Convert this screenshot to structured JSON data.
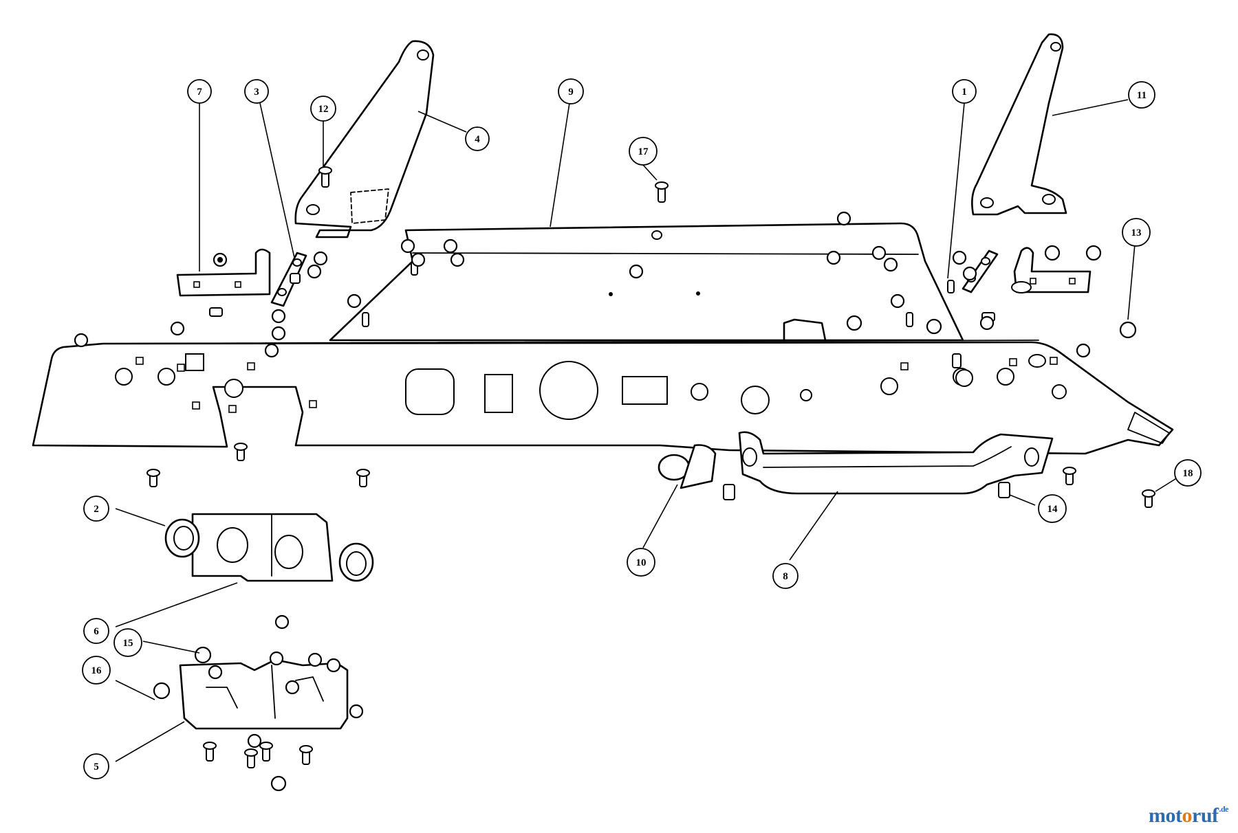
{
  "diagram": {
    "callouts": [
      {
        "id": "c1",
        "label": "1"
      },
      {
        "id": "c2",
        "label": "2"
      },
      {
        "id": "c3",
        "label": "3"
      },
      {
        "id": "c4",
        "label": "4"
      },
      {
        "id": "c5",
        "label": "5"
      },
      {
        "id": "c6",
        "label": "6"
      },
      {
        "id": "c7",
        "label": "7"
      },
      {
        "id": "c8",
        "label": "8"
      },
      {
        "id": "c9",
        "label": "9"
      },
      {
        "id": "c10",
        "label": "10"
      },
      {
        "id": "c11",
        "label": "11"
      },
      {
        "id": "c12",
        "label": "12"
      },
      {
        "id": "c13",
        "label": "13"
      },
      {
        "id": "c14",
        "label": "14"
      },
      {
        "id": "c15",
        "label": "15"
      },
      {
        "id": "c16",
        "label": "16"
      },
      {
        "id": "c17",
        "label": "17"
      },
      {
        "id": "c18",
        "label": "18"
      }
    ]
  },
  "watermark": {
    "part1": "mot",
    "part2": "o",
    "part3": "ruf",
    "tld": ".de"
  },
  "colors": {
    "watermark_blue": "#2d6bb0",
    "watermark_orange": "#e07a1d"
  }
}
